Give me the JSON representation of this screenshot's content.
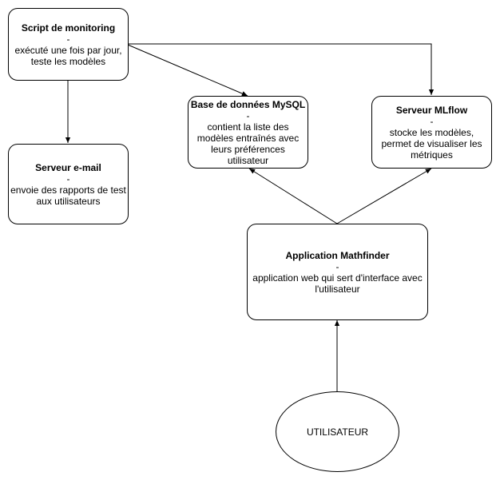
{
  "nodes": {
    "monitoring": {
      "title": "Script de monitoring",
      "sep": "-",
      "desc": "exécuté une fois par jour, teste les modèles"
    },
    "email": {
      "title": "Serveur e-mail",
      "sep": "-",
      "desc": "envoie des rapports de test aux utilisateurs"
    },
    "mysql": {
      "title": "Base de données MySQL",
      "sep": "-",
      "desc": "contient la liste des modèles entraînés avec leurs préférences utilisateur"
    },
    "mlflow": {
      "title": "Serveur MLflow",
      "sep": "-",
      "desc": "stocke les modèles, permet de visualiser les métriques"
    },
    "app": {
      "title": "Application Mathfinder",
      "sep": "-",
      "desc": "application web qui sert d'interface avec l'utilisateur"
    },
    "user": {
      "label": "UTILISATEUR"
    }
  },
  "edges": [
    {
      "from": "monitoring",
      "to": "email"
    },
    {
      "from": "monitoring",
      "to": "mysql"
    },
    {
      "from": "monitoring",
      "to": "mlflow"
    },
    {
      "from": "app",
      "to": "mysql"
    },
    {
      "from": "app",
      "to": "mlflow"
    },
    {
      "from": "user",
      "to": "app"
    }
  ]
}
